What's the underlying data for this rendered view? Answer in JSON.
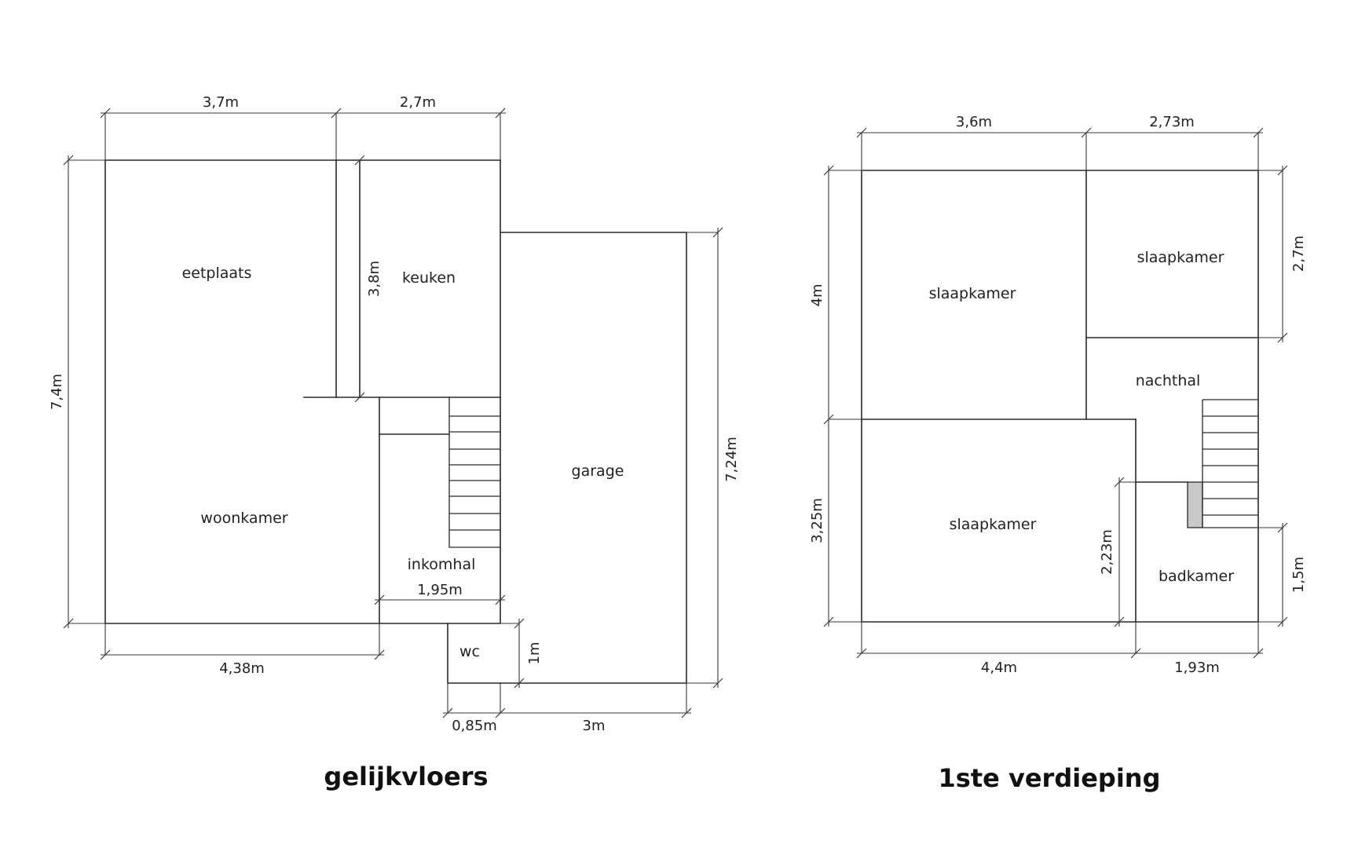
{
  "floors": {
    "ground": {
      "title": "gelijkvloers",
      "rooms": {
        "eetplaats": "eetplaats",
        "keuken": "keuken",
        "woonkamer": "woonkamer",
        "garage": "garage",
        "inkomhal": "inkomhal",
        "wc": "wc"
      },
      "dims": {
        "top_left": "3,7m",
        "top_right": "2,7m",
        "left_height": "7,4m",
        "keuken_height": "3,8m",
        "garage_height": "7,24m",
        "inkomhal_width": "1,95m",
        "bottom_left": "4,38m",
        "wc_height": "1m",
        "wc_width": "0,85m",
        "garage_width": "3m"
      }
    },
    "first": {
      "title": "1ste verdieping",
      "rooms": {
        "slaapkamer_1": "slaapkamer",
        "slaapkamer_2": "slaapkamer",
        "slaapkamer_3": "slaapkamer",
        "nachthal": "nachthal",
        "badkamer": "badkamer"
      },
      "dims": {
        "top_left": "3,6m",
        "top_right": "2,73m",
        "right_top": "2,7m",
        "left_top": "4m",
        "left_bottom": "3,25m",
        "inner_height": "2,23m",
        "right_bottom": "1,5m",
        "bottom_left": "4,4m",
        "bottom_right": "1,93m"
      }
    }
  }
}
